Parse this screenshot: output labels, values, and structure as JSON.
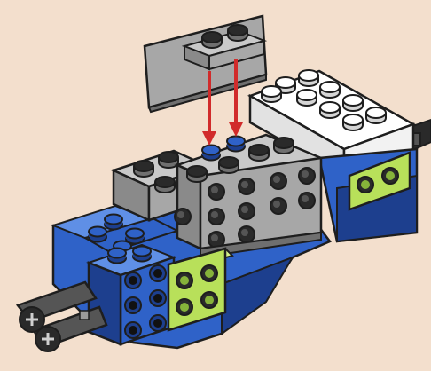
{
  "scene": {
    "description_free": true,
    "colors": {
      "background": "#f3dfcd",
      "outline": "#1e1e1e",
      "blue": "#2f62c8",
      "blue_dark": "#1d3f8e",
      "blue_light": "#5f8fe6",
      "gray": "#a7a7a7",
      "gray_dark": "#6f6f6f",
      "gray_light": "#c9c9c9",
      "white": "#ffffff",
      "white_shade": "#e2e2e2",
      "lime": "#b8e05a",
      "lime_dark": "#86b33a",
      "black": "#2a2a2a",
      "arrow": "#d12b2b"
    },
    "parts": [
      {
        "name": "gray-plate-with-two-studs",
        "color": "gray"
      },
      {
        "name": "white-brick-2x4",
        "color": "white"
      },
      {
        "name": "gray-brick-1x4-technic",
        "color": "gray"
      },
      {
        "name": "gray-brick-2x2",
        "color": "gray"
      },
      {
        "name": "blue-chassis",
        "color": "blue"
      },
      {
        "name": "lime-brick-front",
        "color": "lime"
      },
      {
        "name": "lime-brick-rear",
        "color": "lime"
      },
      {
        "name": "black-technic-beam",
        "color": "black"
      }
    ],
    "arrows": [
      {
        "name": "assembly-arrow-left",
        "color": "arrow"
      },
      {
        "name": "assembly-arrow-right",
        "color": "arrow"
      }
    ]
  }
}
